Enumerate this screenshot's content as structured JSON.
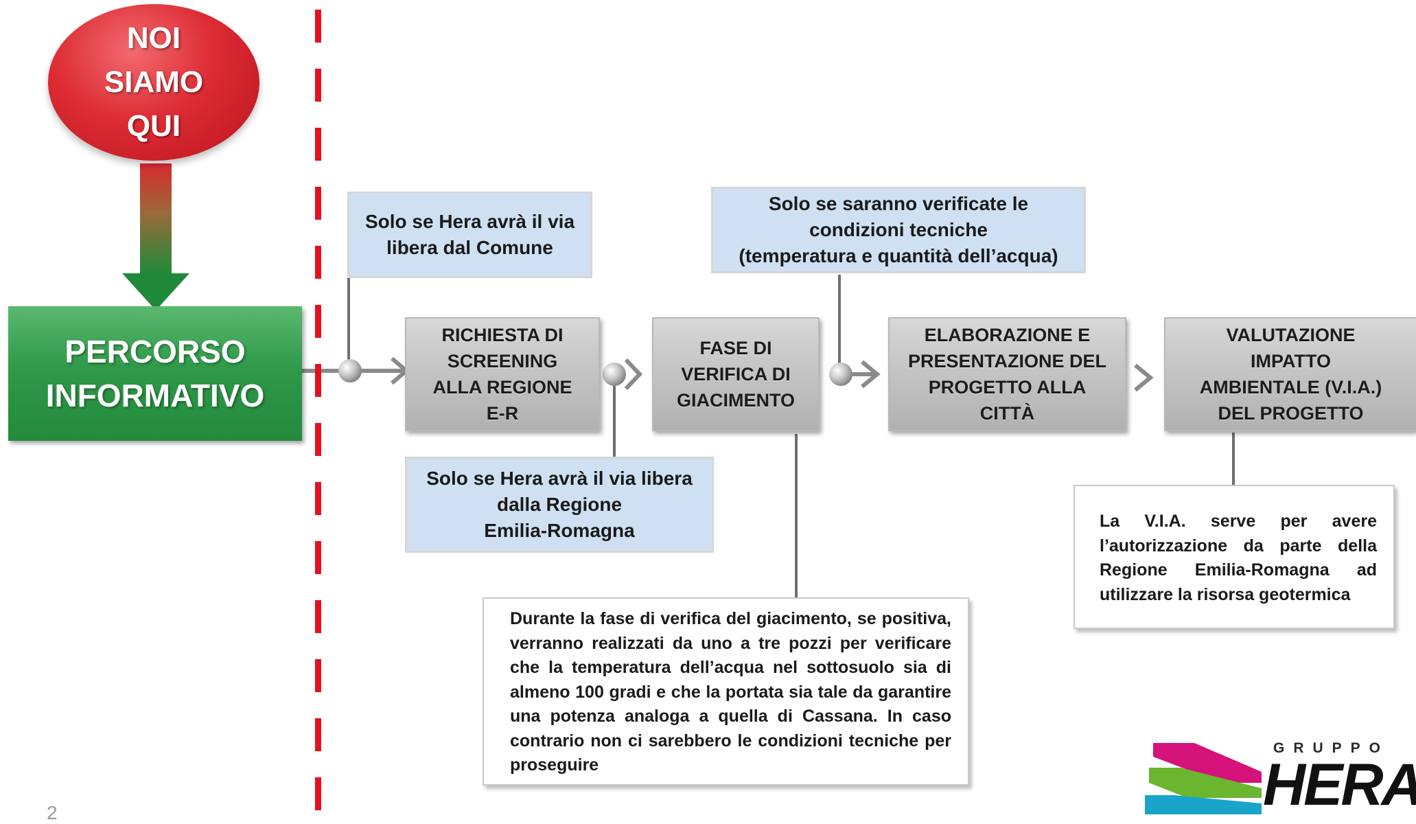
{
  "noi_siamo_qui": {
    "lines": [
      "NOI",
      "SIAMO",
      "QUI"
    ]
  },
  "percorso": {
    "lines": [
      "PERCORSO",
      "INFORMATIVO"
    ]
  },
  "steps": [
    {
      "lines": [
        "RICHIESTA  DI",
        "SCREENING",
        "ALLA REGIONE",
        "E-R"
      ]
    },
    {
      "lines": [
        "FASE DI",
        "VERIFICA DI",
        "GIACIMENTO"
      ]
    },
    {
      "lines": [
        "ELABORAZIONE E",
        "PRESENTAZIONE DEL",
        "PROGETTO ALLA",
        "CITTÀ"
      ]
    },
    {
      "lines": [
        "VALUTAZIONE",
        "IMPATTO",
        "AMBIENTALE (V.I.A.)",
        "DEL PROGETTO"
      ]
    }
  ],
  "notes": {
    "comune": {
      "lines": [
        "Solo se Hera avrà il via",
        "libera dal Comune"
      ]
    },
    "regione": {
      "lines": [
        "Solo se Hera avrà il via libera",
        "dalla Regione",
        "Emilia-Romagna"
      ]
    },
    "tecniche": {
      "lines": [
        "Solo se saranno verificate le",
        "condizioni tecniche",
        "(temperatura e quantità dell’acqua)"
      ]
    }
  },
  "giacimento_note": "Durante la fase di verifica del giacimento, se positiva, verranno realizzati da uno a tre pozzi per verificare che la temperatura dell’acqua nel sottosuolo sia di almeno 100 gradi e che la portata sia tale da garantire una potenza analoga a quella di Cassana. In caso contrario non ci sarebbero le condizioni tecniche per proseguire",
  "via_note": "La V.I.A. serve per avere l’autorizzazione da parte della Regione Emilia-Romagna ad utilizzare la risorsa geotermica",
  "logo": {
    "gruppo": "GRUPPO",
    "name": "HERA"
  },
  "page_number": "2",
  "colors": {
    "noi_red": "#dd2c34",
    "percorso_green": "#2f9a49",
    "dashed_red": "#e8101f",
    "step_gray": "#c3c3c3",
    "note_blue": "#cfe0f3"
  }
}
